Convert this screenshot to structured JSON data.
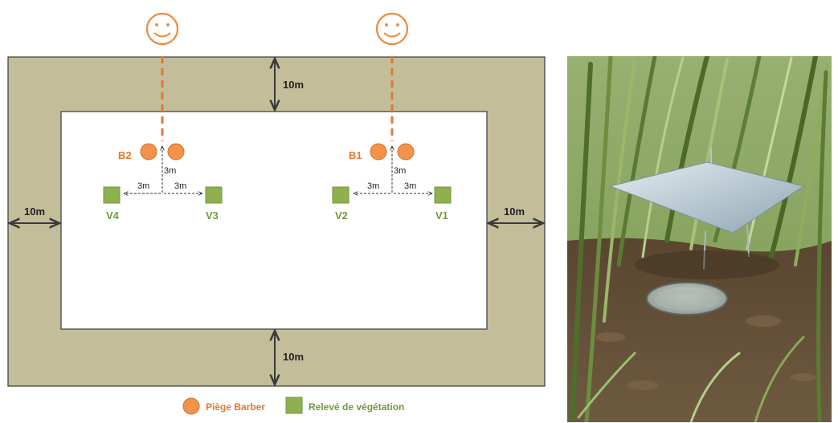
{
  "colors": {
    "margin_zone": "#c4bd99",
    "inner_field": "#ffffff",
    "border": "#3a3a3a",
    "trap": "#f3934b",
    "vegetation": "#8fb04f",
    "label_orange": "#e4782f",
    "label_green": "#6f9a3b"
  },
  "margins": {
    "top": "10m",
    "bottom": "10m",
    "left": "10m",
    "right": "10m"
  },
  "groups": {
    "left": {
      "trap_label": "B2",
      "veg_left": "V4",
      "veg_right": "V3",
      "dist_left": "3m",
      "dist_right": "3m",
      "dist_down": "3m"
    },
    "right": {
      "trap_label": "B1",
      "veg_left": "V2",
      "veg_right": "V1",
      "dist_left": "3m",
      "dist_right": "3m",
      "dist_down": "3m"
    }
  },
  "icons": {
    "observer": "smiley-face-icon"
  },
  "legend": {
    "trap_label": "Piège Barber",
    "vegetation_label": "Relevé de végétation"
  },
  "photo": {
    "subject": "pitfall trap under metal rain cover in grass field"
  }
}
